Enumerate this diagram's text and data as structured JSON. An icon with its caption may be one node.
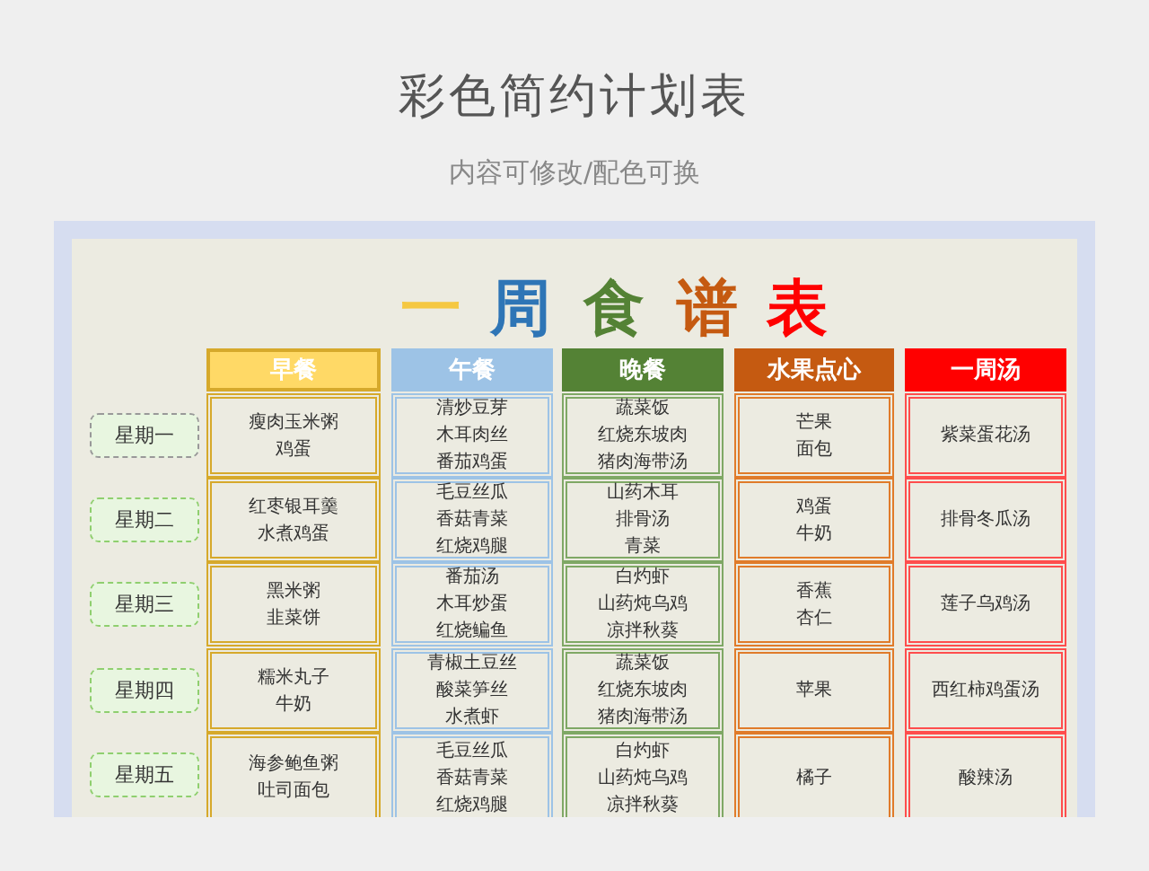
{
  "diagram": {
    "title": "彩色简约计划表",
    "nodes": [
      {
        "text": [
          "早餐"
        ]
      },
      {
        "text": [
          "午餐"
        ]
      },
      {
        "text": [
          "晚餐"
        ]
      },
      {
        "text": [
          "水果点心"
        ]
      },
      {
        "text": [
          "一周汤"
        ]
      },
      {
        "text": [
          "星期一"
        ]
      },
      {
        "text": [
          "瘦肉玉米粥",
          "鸡蛋"
        ]
      },
      {
        "text": [
          "清炒豆芽",
          "木耳肉丝",
          "番茄鸡蛋"
        ]
      },
      {
        "text": [
          "蔬菜饭",
          "红烧东坡肉",
          "猪肉海带汤"
        ]
      },
      {
        "text": [
          "芒果",
          "面包"
        ]
      },
      {
        "text": [
          "紫菜蛋花汤"
        ]
      },
      {
        "text": [
          "星期二"
        ]
      },
      {
        "text": [
          "红枣银耳羹",
          "水煮鸡蛋"
        ]
      },
      {
        "text": [
          "毛豆丝瓜",
          "香菇青菜",
          "红烧鸡腿"
        ]
      },
      {
        "text": [
          "山药木耳",
          "排骨汤",
          "青菜"
        ]
      },
      {
        "text": [
          "鸡蛋",
          "牛奶"
        ]
      },
      {
        "text": [
          "排骨冬瓜汤"
        ]
      },
      {
        "text": [
          "星期三"
        ]
      },
      {
        "text": [
          "黑米粥",
          "韭菜饼"
        ]
      },
      {
        "text": [
          "番茄汤",
          "木耳炒蛋",
          "红烧鳊鱼"
        ]
      },
      {
        "text": [
          "白灼虾",
          "山药炖乌鸡",
          "凉拌秋葵"
        ]
      },
      {
        "text": [
          "香蕉",
          "杏仁"
        ]
      },
      {
        "text": [
          "莲子乌鸡汤"
        ]
      },
      {
        "text": [
          "星期四"
        ]
      },
      {
        "text": [
          "糯米丸子",
          "牛奶"
        ]
      },
      {
        "text": [
          "青椒土豆丝",
          "酸菜笋丝",
          "水煮虾"
        ]
      },
      {
        "text": [
          "蔬菜饭",
          "红烧东坡肉",
          "猪肉海带汤"
        ]
      },
      {
        "text": [
          "苹果"
        ]
      },
      {
        "text": [
          "西红柿鸡蛋汤"
        ]
      },
      {
        "text": [
          "星期五"
        ]
      },
      {
        "text": [
          "海参鲍鱼粥",
          "吐司面包"
        ]
      },
      {
        "text": [
          "毛豆丝瓜",
          "香菇青菜",
          "红烧鸡腿"
        ]
      },
      {
        "text": [
          "白灼虾",
          "山药炖乌鸡",
          "凉拌秋葵"
        ]
      },
      {
        "text": [
          "橘子"
        ]
      },
      {
        "text": [
          "酸辣汤"
        ]
      }
    ],
    "labels": [
      "内容可修改/配色可换",
      "一",
      "周",
      "食",
      "谱",
      "表"
    ]
  }
}
